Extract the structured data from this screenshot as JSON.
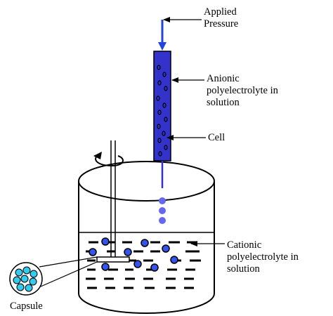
{
  "labels": {
    "applied_pressure": [
      "Applied",
      "Pressure"
    ],
    "anionic": [
      "Anionic",
      "polyelectrolyte in",
      "solution"
    ],
    "cell": "Cell",
    "cationic": [
      "Cationic",
      "polyelectrolyte in",
      "solution"
    ],
    "capsule": "Capsule"
  },
  "colors": {
    "syringe_fill": "#3333cc",
    "bead_blue": "#3355ee",
    "drop_blue": "#6666ee",
    "line": "#000000",
    "pressure_line": "#2244dd"
  },
  "icons": {
    "rotation": "curved-arrow-icon"
  }
}
